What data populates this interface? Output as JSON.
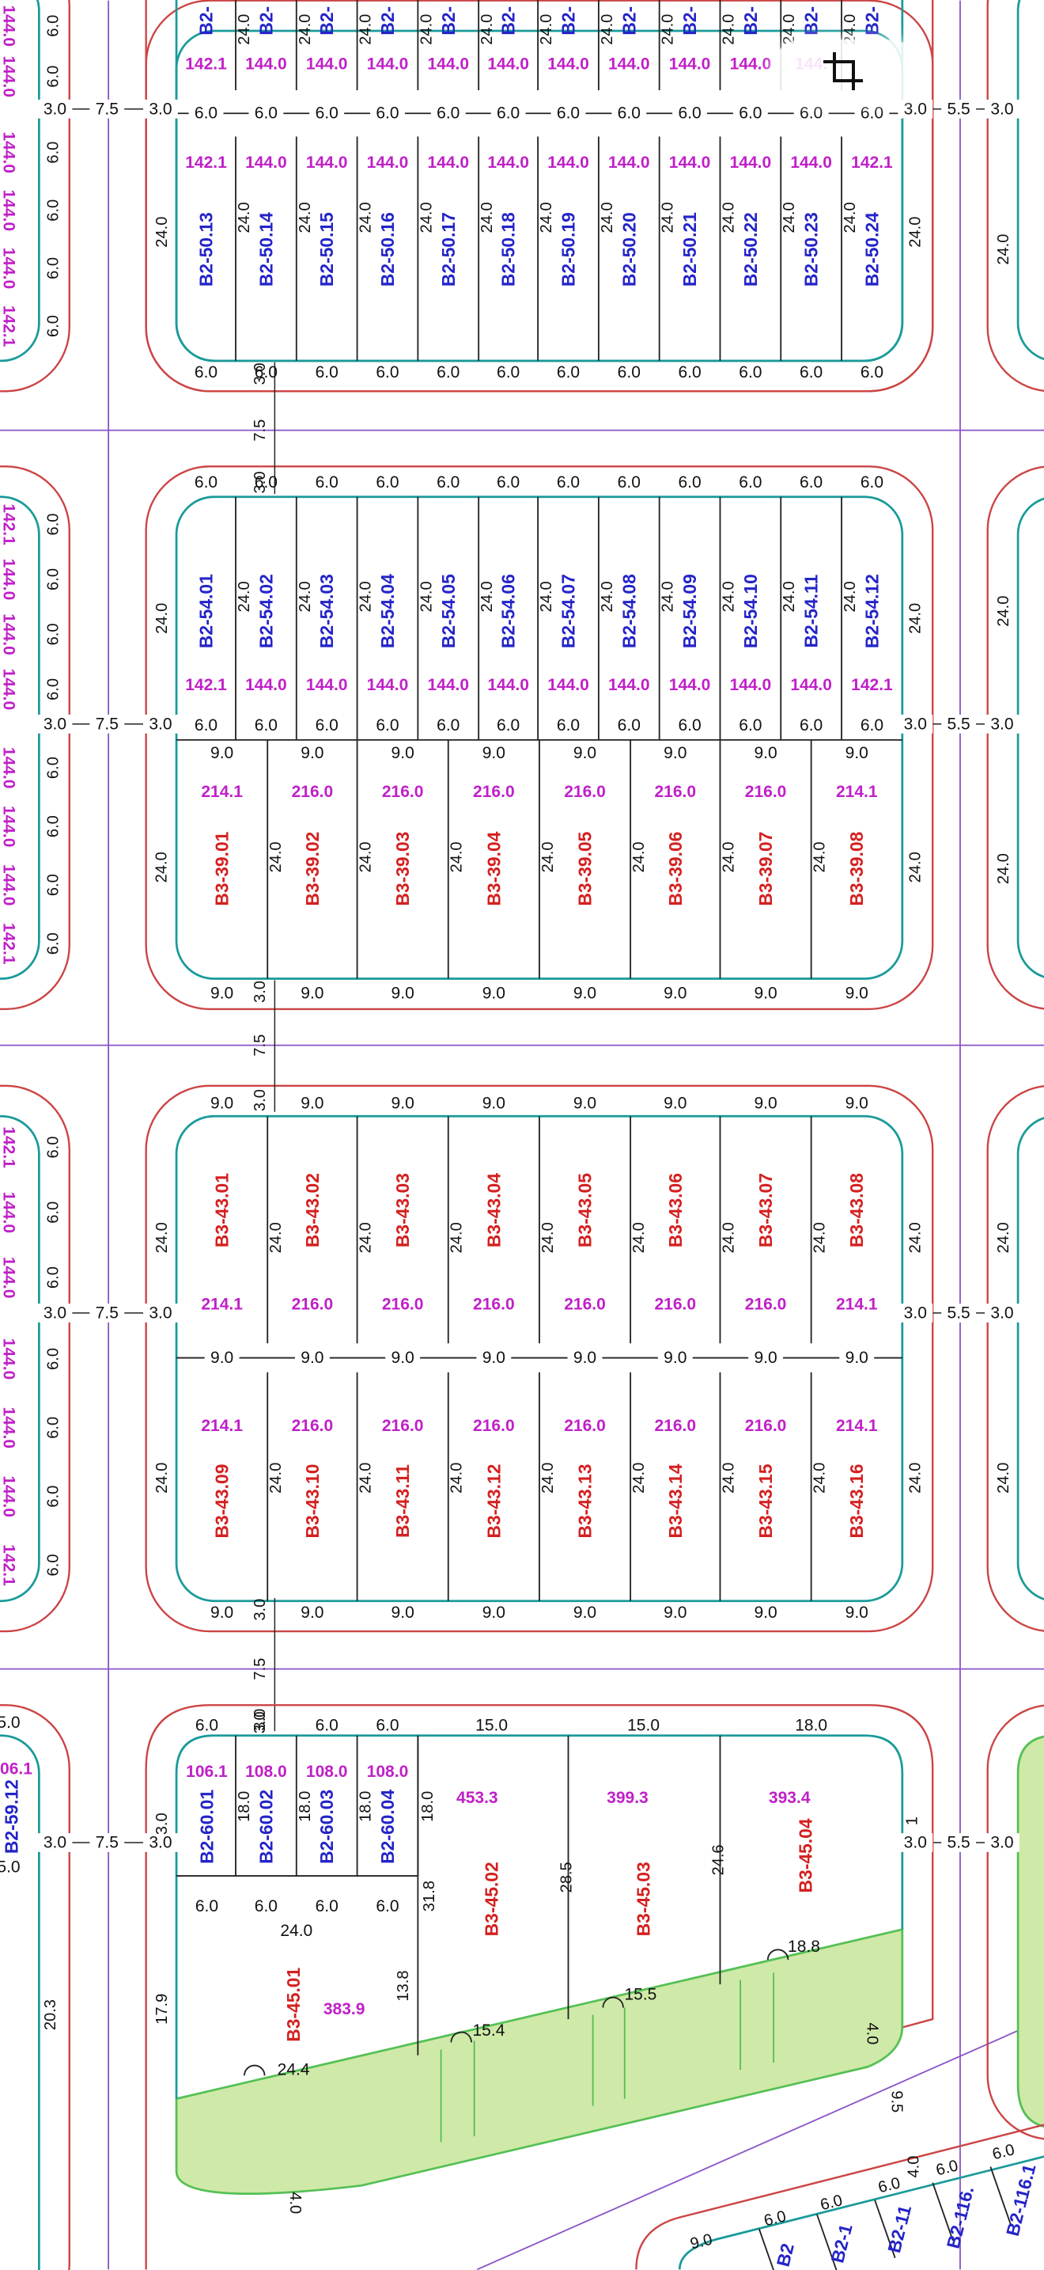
{
  "colors": {
    "road": "#8a55c8",
    "curb": "#cc4444",
    "block_edge": "#1a9a9a",
    "plot_line": "#222222",
    "code_blue": "#2424c8",
    "code_red": "#d42020",
    "area_magenta": "#c020c8",
    "dim_text": "#111111",
    "green_fill": "#cfe9a8",
    "green_edge": "#55c055"
  },
  "icons": {
    "crop": "crop-icon"
  },
  "dims": {
    "road_w": "7.5",
    "road_e": "5.5",
    "sidewalk": "3.0",
    "depth": "24.0",
    "front6": "6.0",
    "front9": "9.0",
    "depth18": "18.0",
    "fr15": "15.0",
    "fr18": "18.0",
    "fr24": "24.0",
    "d31_8": "31.8",
    "d28_5": "28.5",
    "d24_6": "24.6",
    "d17_9": "17.9",
    "d13_8": "13.8",
    "d20_3": "20.3",
    "seg24_4": "24.4",
    "seg15_4": "15.4",
    "seg15_5": "15.5",
    "seg18_8": "18.8",
    "d4_0": "4.0",
    "d9_5": "9.5",
    "a1": "1",
    "partial": "5.0"
  },
  "areas": {
    "a142": "142.1",
    "a144": "144.0",
    "a144p": "144.",
    "a214": "214.1",
    "a216": "216.0",
    "a106": "106.1",
    "a108": "108.0",
    "a453": "453.3",
    "a399": "399.3",
    "a393": "393.4",
    "a383": "383.9"
  },
  "plots": {
    "b2_50_top": [
      "B2-",
      "B2-",
      "B2-",
      "B2-",
      "B2-",
      "B2-",
      "B2-",
      "B2-",
      "B2-",
      "B2-",
      "B2-",
      "B2-"
    ],
    "b2_50": [
      "B2-50.13",
      "B2-50.14",
      "B2-50.15",
      "B2-50.16",
      "B2-50.17",
      "B2-50.18",
      "B2-50.19",
      "B2-50.20",
      "B2-50.21",
      "B2-50.22",
      "B2-50.23",
      "B2-50.24"
    ],
    "b2_54": [
      "B2-54.01",
      "B2-54.02",
      "B2-54.03",
      "B2-54.04",
      "B2-54.05",
      "B2-54.06",
      "B2-54.07",
      "B2-54.08",
      "B2-54.09",
      "B2-54.10",
      "B2-54.11",
      "B2-54.12"
    ],
    "b3_39": [
      "B3-39.01",
      "B3-39.02",
      "B3-39.03",
      "B3-39.04",
      "B3-39.05",
      "B3-39.06",
      "B3-39.07",
      "B3-39.08"
    ],
    "b3_43_top": [
      "B3-43.01",
      "B3-43.02",
      "B3-43.03",
      "B3-43.04",
      "B3-43.05",
      "B3-43.06",
      "B3-43.07",
      "B3-43.08"
    ],
    "b3_43_bot": [
      "B3-43.09",
      "B3-43.10",
      "B3-43.11",
      "B3-43.12",
      "B3-43.13",
      "B3-43.14",
      "B3-43.15",
      "B3-43.16"
    ],
    "b2_60": [
      "B2-60.01",
      "B2-60.02",
      "B2-60.03",
      "B2-60.04"
    ],
    "b3_45": [
      "B3-45.02",
      "B3-45.03",
      "B3-45.04"
    ],
    "b3_45_01": "B3-45.01",
    "b2_59_12": "B2-59.12",
    "b2_116_a": "B2-116.1",
    "b2_116_b": "B2-116.",
    "frag_b2": "B2",
    "frag_b2_1": "B2-1",
    "frag_b2_11": "B2-11"
  }
}
